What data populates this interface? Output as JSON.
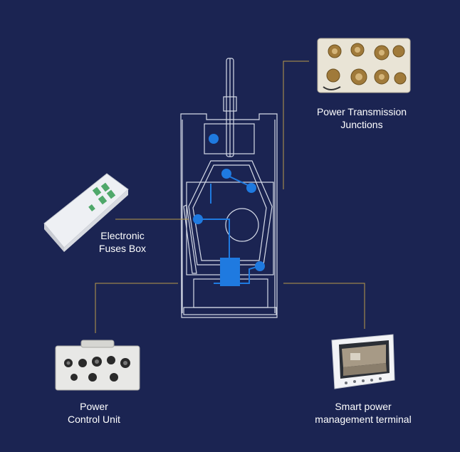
{
  "background_color": "#1b2452",
  "accent_color": "#1f7ae0",
  "connector_color": "#b89a4a",
  "vehicle_line_color": "#d6dbe8",
  "components": {
    "junctions": {
      "icon": "power-transmission-junctions-photo",
      "line1": "Power Transmission",
      "line2": "Junctions"
    },
    "fuses": {
      "icon": "electronic-fuses-box-photo",
      "line1": "Electronic",
      "line2": "Fuses Box"
    },
    "pcu": {
      "icon": "power-control-unit-photo",
      "line1": "Power",
      "line2": "Control Unit"
    },
    "terminal": {
      "icon": "smart-power-management-terminal-photo",
      "line1": "Smart power",
      "line2": "management terminal"
    }
  }
}
